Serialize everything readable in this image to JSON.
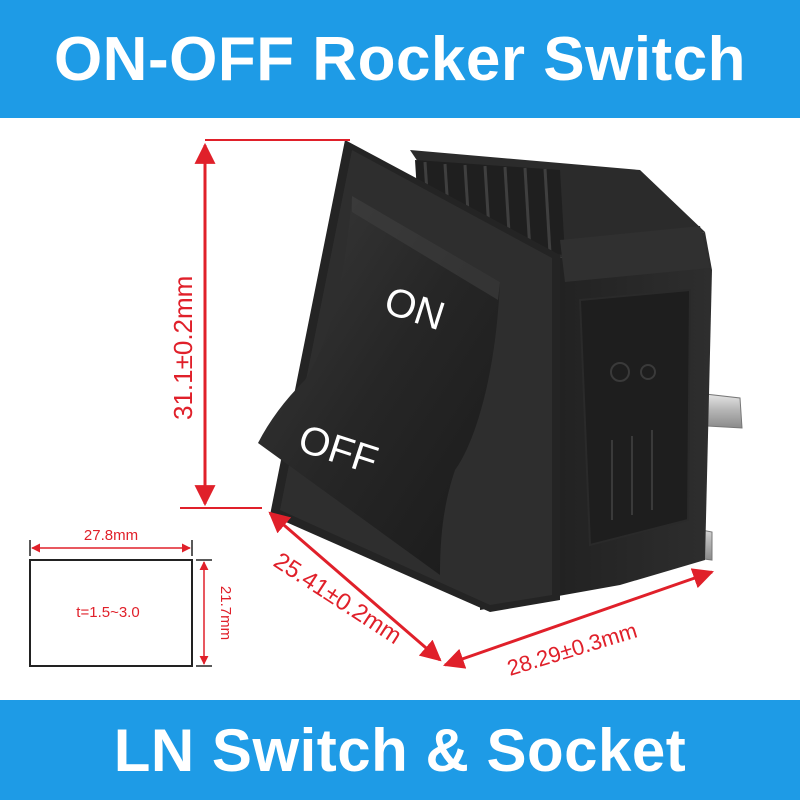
{
  "header": {
    "title": "ON-OFF Rocker Switch"
  },
  "footer": {
    "title": "LN Switch & Socket"
  },
  "switch": {
    "label_on": "ON",
    "label_off": "OFF"
  },
  "dimensions": {
    "height": "31.1±0.2mm",
    "width": "25.41±0.2mm",
    "depth": "28.29±0.3mm"
  },
  "cutout": {
    "width": "27.8mm",
    "height": "21.7mm",
    "thickness": "t=1.5~3.0"
  },
  "colors": {
    "banner": "#1e9be6",
    "dimension_line": "#e0202a",
    "switch_body": "#232323"
  }
}
